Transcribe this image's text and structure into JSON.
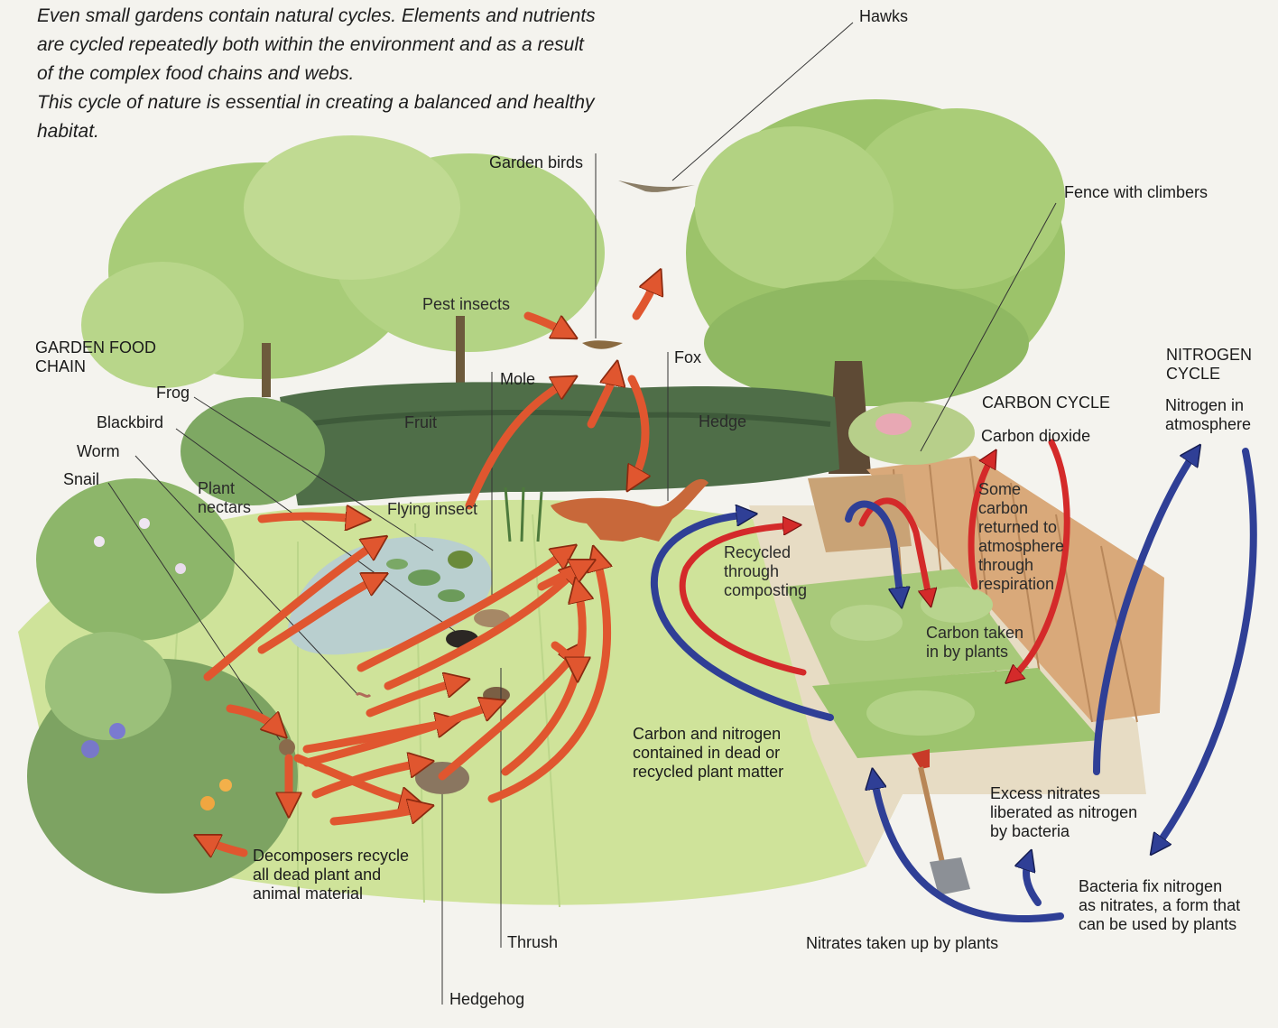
{
  "intro": "Even small gardens contain natural cycles. Elements and nutrients are cycled repeatedly both within the environment and as a result of the complex food chains and webs.\nThis cycle of nature is essential in creating a balanced and healthy habitat.",
  "labels": {
    "hawks": "Hawks",
    "garden_birds": "Garden birds",
    "fence_with_climbers": "Fence with climbers",
    "pest_insects": "Pest insects",
    "garden_food_chain": "GARDEN FOOD\nCHAIN",
    "frog": "Frog",
    "blackbird": "Blackbird",
    "worm": "Worm",
    "snail": "Snail",
    "plant_nectars": "Plant\nnectars",
    "mole": "Mole",
    "fruit": "Fruit",
    "fox": "Fox",
    "hedge": "Hedge",
    "flying_insect": "Flying insect",
    "carbon_cycle": "CARBON CYCLE",
    "carbon_dioxide": "Carbon dioxide",
    "nitrogen_cycle": "NITROGEN\nCYCLE",
    "nitrogen_in_atmosphere": "Nitrogen in\natmosphere",
    "some_carbon": "Some\ncarbon\nreturned to\natmosphere\nthrough\nrespiration",
    "recycled_composting": "Recycled\nthrough\ncomposting",
    "carbon_taken": "Carbon taken\nin by plants",
    "carbon_nitrogen_dead": "Carbon and nitrogen\ncontained in dead or\nrecycled plant matter",
    "excess_nitrates": "Excess nitrates\nliberated as nitrogen\nby bacteria",
    "decomposers": "Decomposers recycle\nall dead plant and\nanimal material",
    "bacteria_fix": "Bacteria fix nitrogen\nas nitrates, a form that\ncan be used by plants",
    "nitrates_taken": "Nitrates taken up by plants",
    "thrush": "Thrush",
    "hedgehog": "Hedgehog"
  },
  "colors": {
    "food_chain_arrow": "#e0562f",
    "carbon_arrow": "#d42a2a",
    "nitrogen_arrow": "#2f3f96",
    "lawn": "#cfe39a",
    "hedge": "#4f6e48",
    "tree": "#9cc36a"
  }
}
